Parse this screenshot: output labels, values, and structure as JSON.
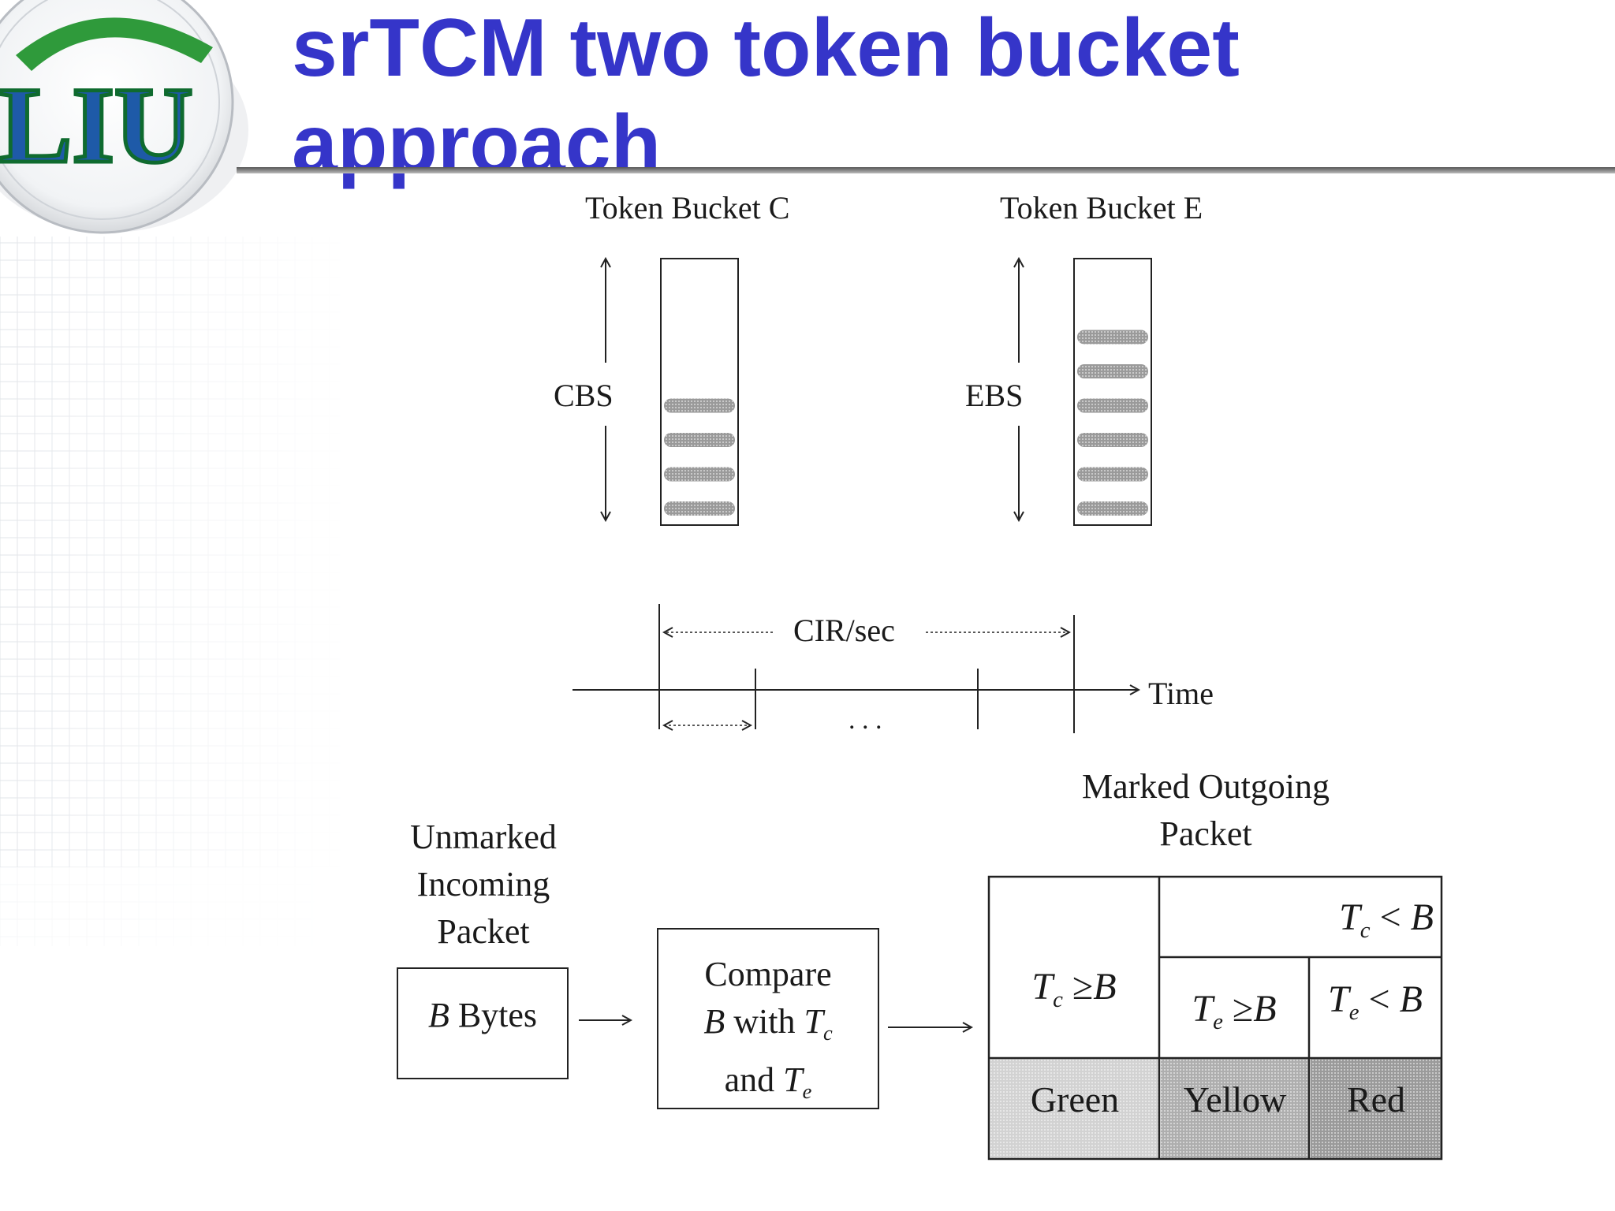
{
  "slide": {
    "title": "srTCM two token bucket approach",
    "logo_text": "LIU",
    "accent_color": "#3535c9"
  },
  "bucket_c": {
    "title": "Token Bucket C",
    "size_label": "CBS",
    "tokens": 4
  },
  "bucket_e": {
    "title": "Token Bucket E",
    "size_label": "EBS",
    "tokens": 6
  },
  "timeline": {
    "rate_label": "CIR/sec",
    "axis_label": "Time",
    "ellipsis": ". . ."
  },
  "flow": {
    "incoming_label": [
      "Unmarked",
      "Incoming",
      "Packet"
    ],
    "packet_size": {
      "var": "B",
      "text": "Bytes"
    },
    "compare": {
      "line1": "Compare",
      "line2_var": "B",
      "line2_text": "with",
      "line3_text": "and"
    },
    "outgoing_label": [
      "Marked Outgoing",
      "Packet"
    ]
  },
  "marking_table": {
    "cond_tc_ge": "≥",
    "cond_tc_lt": "<",
    "cond_te_ge": "≥",
    "cond_te_lt": "<",
    "var_t": "T",
    "sub_c": "c",
    "sub_e": "e",
    "var_b": "B",
    "colors": [
      "Green",
      "Yellow",
      "Red"
    ],
    "color_shades": [
      "#d6d6d6",
      "#a8a8a8",
      "#8a8a8a"
    ]
  }
}
